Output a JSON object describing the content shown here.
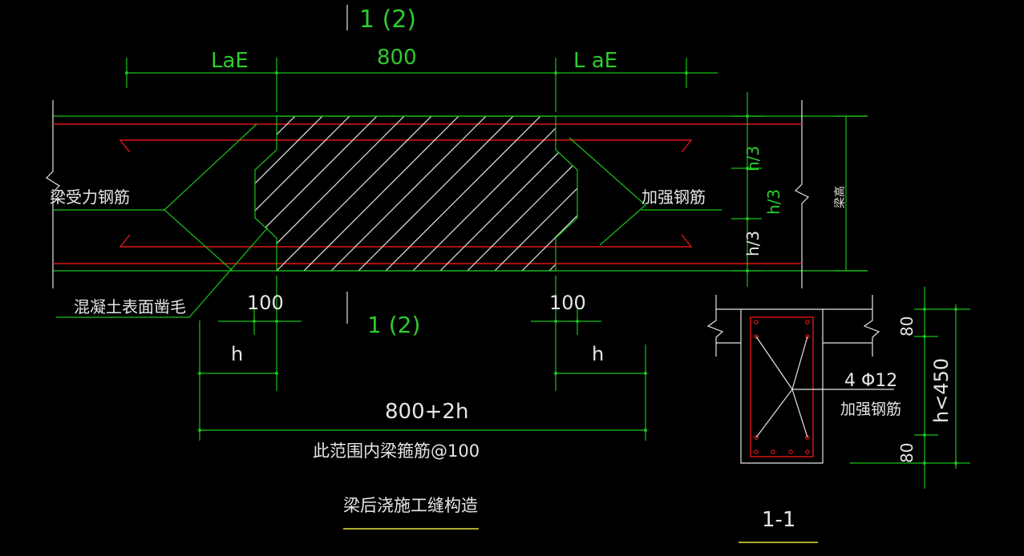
{
  "labels": {
    "section_mark_top": "1 (2)",
    "section_mark_bottom": "1 (2)",
    "dim_lae_left": "LaE",
    "dim_800": "800",
    "dim_lae_right": "L aE",
    "main_rebar": "梁受力钢筋",
    "reinforcing_rebar": "加强钢筋",
    "concrete_surface": "混凝土表面凿毛",
    "dim_100_left": "100",
    "dim_100_right": "100",
    "dim_h_left": "h",
    "dim_h_right": "h",
    "dim_800_2h": "800+2h",
    "stirrup_note": "此范围内梁箍筋@100",
    "drawing_title": "梁后浇施工缝构造",
    "h3_top": "h/3",
    "h3_mid": "h/3",
    "h3_bottom": "h/3",
    "beam_height": "梁高",
    "sec_dim_80_top": "80",
    "sec_dim_80_bottom": "80",
    "sec_dim_h": "h<450",
    "rebar_spec": "4 Φ12",
    "sec_reinforcing_rebar": "加强钢筋",
    "section_title": "1-1"
  },
  "colors": {
    "background": "#000000",
    "beam_lines": "#19c319",
    "rebar": "#e01616",
    "text": "#e6e6e6",
    "dim_text": "#2ecc2e",
    "underline": "#e6e23a"
  }
}
